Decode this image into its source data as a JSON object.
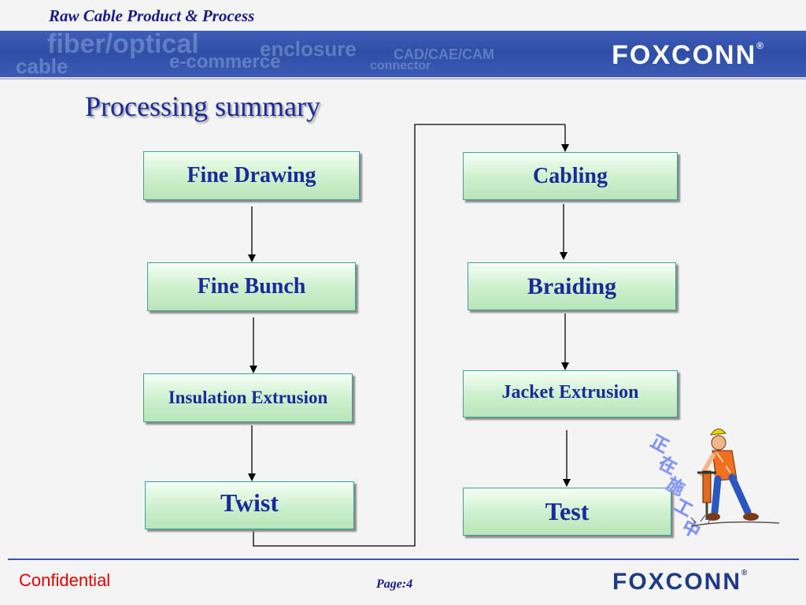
{
  "header": {
    "title": "Raw Cable Product & Process",
    "banner_logo": "FOXCONN",
    "banner_registered": "®",
    "banner_words": [
      "fiber/optical",
      "enclosure",
      "e-commerce",
      "cable",
      "CAD/CAE/CAM",
      "connector"
    ]
  },
  "page_title": "Processing  summary",
  "steps_left": [
    "Fine Drawing",
    "Fine Bunch",
    "Insulation Extrusion",
    "Twist"
  ],
  "steps_right": [
    "Cabling",
    "Braiding",
    "Jacket Extrusion",
    "Test"
  ],
  "construction_sign": "正在施工中",
  "footer": {
    "confidential": "Confidential",
    "page": "Page:4",
    "logo": "FOXCONN",
    "registered": "®"
  },
  "colors": {
    "title_blue": "#1a2a9a",
    "banner_blue": "#2f4ea6",
    "box_green": "#ccefcc",
    "confidential_red": "#e00000"
  }
}
